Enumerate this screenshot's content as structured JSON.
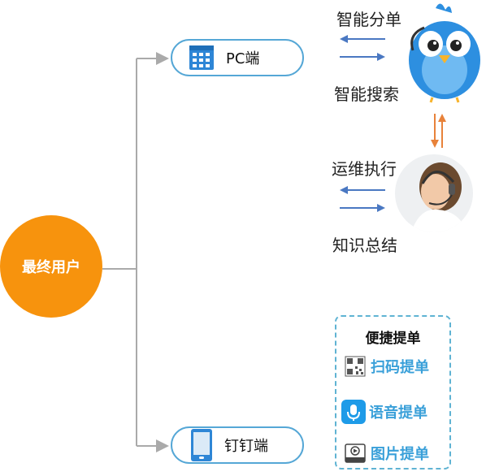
{
  "user": {
    "label": "最终用户"
  },
  "channels": {
    "pc": {
      "label": "PC端"
    },
    "dingtalk": {
      "label": "钉钉端"
    }
  },
  "bot": {
    "top_label": "智能分单",
    "bottom_label": "智能搜索"
  },
  "agent": {
    "top_label": "运维执行",
    "bottom_label": "知识总结"
  },
  "quick_ticket": {
    "title": "便捷提单",
    "options": [
      {
        "label": "扫码提单",
        "icon": "qr-code-icon"
      },
      {
        "label": "语音提单",
        "icon": "microphone-icon"
      },
      {
        "label": "图片提单",
        "icon": "image-icon"
      }
    ]
  },
  "colors": {
    "user": "#f7930d",
    "pill_border": "#55a7d6",
    "arrow_blue": "#4a78c2",
    "arrow_orange": "#e8823a",
    "accent": "#3aa0d9"
  }
}
